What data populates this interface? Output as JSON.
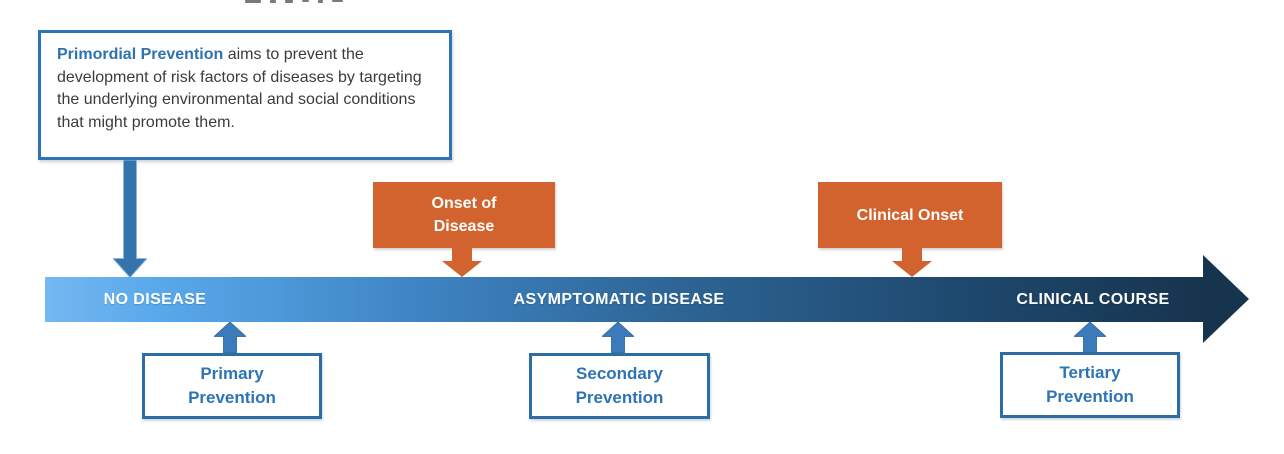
{
  "callout": {
    "title": "Primordial Prevention",
    "body": " aims to prevent the development of risk factors of diseases by targeting the underlying environmental and social conditions that might promote them."
  },
  "timeline": {
    "stage_labels": [
      "NO DISEASE",
      "ASYMPTOMATIC DISEASE",
      "CLINICAL COURSE"
    ]
  },
  "events": {
    "onset": {
      "line1": "Onset of",
      "line2": "Disease"
    },
    "clinical": {
      "line1": "Clinical Onset"
    }
  },
  "prevention": {
    "primary": {
      "line1": "Primary",
      "line2": "Prevention"
    },
    "secondary": {
      "line1": "Secondary",
      "line2": "Prevention"
    },
    "tertiary": {
      "line1": "Tertiary",
      "line2": "Prevention"
    }
  },
  "colors": {
    "accent_blue": "#2E74B5",
    "box_border_blue": "#2E6DA4",
    "accent_orange": "#D2622E",
    "band_gradient_start": "#75B8F2",
    "band_gradient_end": "#17344E",
    "arrow_blue_up": "#3B7ABB",
    "arrow_blue_down": "#3573AC",
    "text_dark": "#3B3B3B",
    "band_text": "#FFFFFF"
  }
}
